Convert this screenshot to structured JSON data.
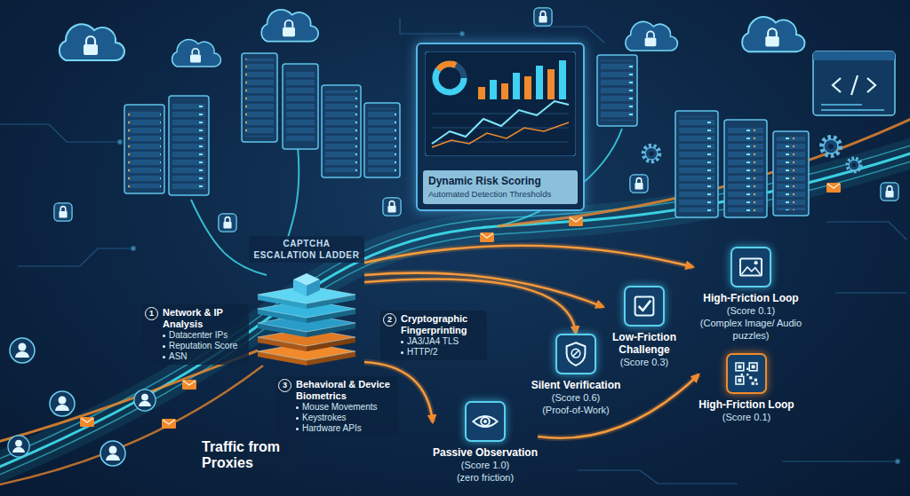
{
  "diagram": {
    "nodes": [
      {
        "text": [
          "Dynamic Risk Scoring",
          "Automated Detection Thresholds"
        ]
      },
      {
        "text": [
          "CAPTCHA ESCALATION LADDER"
        ]
      },
      {
        "text": [
          "Passive Observation",
          "(Score 1.0)",
          "(zero friction)"
        ]
      },
      {
        "text": [
          "Silent Verification",
          "(Score 0.6)",
          "(Proof-of-Work)"
        ]
      },
      {
        "text": [
          "Low-Friction Challenge",
          "(Score 0.3)"
        ]
      },
      {
        "text": [
          "High-Friction Loop",
          "(Score 0.1)",
          "(Complex Image/ Audio puzzles)"
        ]
      },
      {
        "text": [
          "High-Friction Loop",
          "(Score 0.1)"
        ]
      }
    ],
    "edges": [
      {
        "from": 1,
        "to": 2,
        "arrow": "to"
      },
      {
        "from": 1,
        "to": 3,
        "arrow": "to"
      },
      {
        "from": 1,
        "to": 4,
        "arrow": "to"
      },
      {
        "from": 1,
        "to": 5,
        "arrow": "to"
      },
      {
        "from": 2,
        "to": 6,
        "arrow": "to"
      }
    ],
    "labels": [
      "1",
      "Network & IP Analysis",
      "Datacenter IPs",
      "Reputation Score",
      "ASN",
      "2",
      "Cryptographic Fingerprinting",
      "JA3/JA4 TLS",
      "HTTP/2",
      "3",
      "Behavioral & Device Biometrics",
      "Mouse Movements",
      "Keystrokes",
      "Hardware APIs",
      "Traffic from Proxies"
    ]
  }
}
